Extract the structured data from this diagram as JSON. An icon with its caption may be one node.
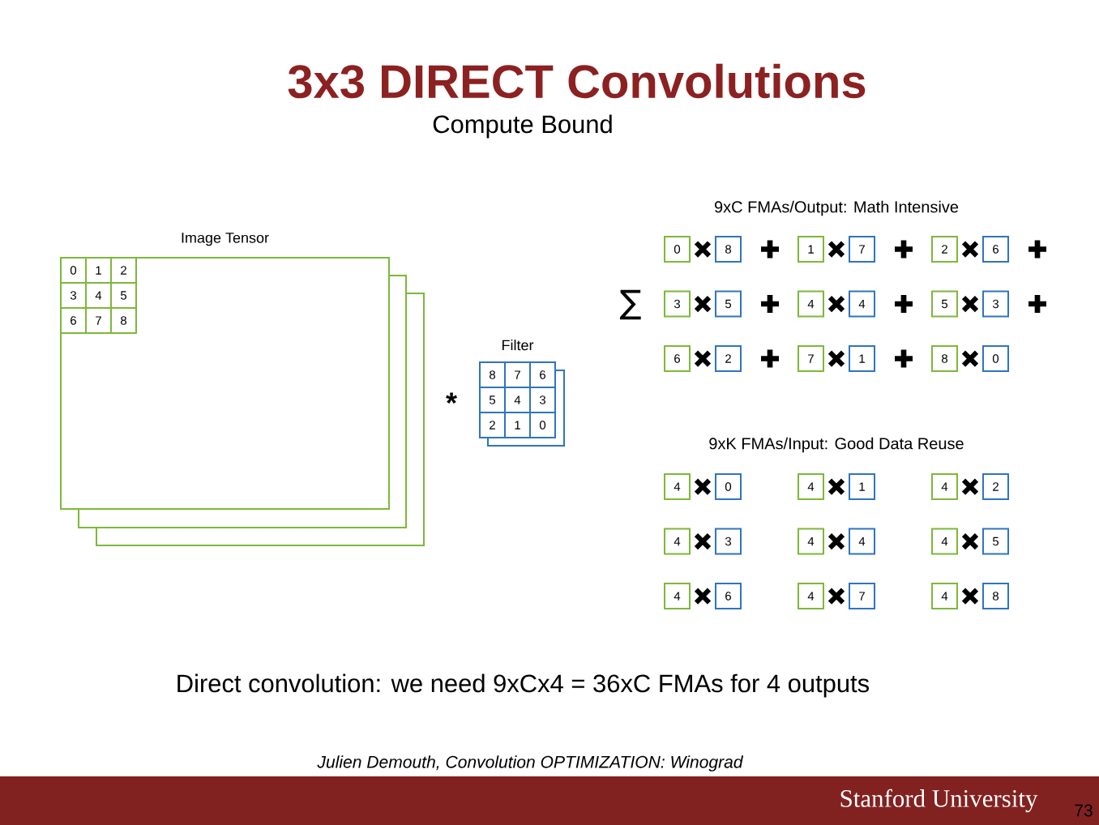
{
  "diagram": {
    "title": "3x3 DIRECT Convolutions",
    "nodes": [
      {
        "text": [
          "Image Tensor"
        ]
      },
      {
        "text": [
          "0"
        ],
        "in": 0
      },
      {
        "text": [
          "1"
        ],
        "in": 0
      },
      {
        "text": [
          "2"
        ],
        "in": 0
      },
      {
        "text": [
          "3"
        ],
        "in": 0
      },
      {
        "text": [
          "4"
        ],
        "in": 0
      },
      {
        "text": [
          "5"
        ],
        "in": 0
      },
      {
        "text": [
          "6"
        ],
        "in": 0
      },
      {
        "text": [
          "7"
        ],
        "in": 0
      },
      {
        "text": [
          "8"
        ],
        "in": 0
      },
      {
        "text": [
          "Filter"
        ]
      },
      {
        "text": [
          "8"
        ],
        "in": 10
      },
      {
        "text": [
          "7"
        ],
        "in": 10
      },
      {
        "text": [
          "6"
        ],
        "in": 10
      },
      {
        "text": [
          "5"
        ],
        "in": 10
      },
      {
        "text": [
          "4"
        ],
        "in": 10
      },
      {
        "text": [
          "3"
        ],
        "in": 10
      },
      {
        "text": [
          "2"
        ],
        "in": 10
      },
      {
        "text": [
          "1"
        ],
        "in": 10
      },
      {
        "text": [
          "0"
        ],
        "in": 10
      },
      {
        "text": [
          "0"
        ]
      },
      {
        "text": [
          "8"
        ]
      },
      {
        "text": [
          "1"
        ]
      },
      {
        "text": [
          "7"
        ]
      },
      {
        "text": [
          "2"
        ]
      },
      {
        "text": [
          "6"
        ]
      },
      {
        "text": [
          "3"
        ]
      },
      {
        "text": [
          "5"
        ]
      },
      {
        "text": [
          "4"
        ]
      },
      {
        "text": [
          "4"
        ]
      },
      {
        "text": [
          "5"
        ]
      },
      {
        "text": [
          "3"
        ]
      },
      {
        "text": [
          "6"
        ]
      },
      {
        "text": [
          "2"
        ]
      },
      {
        "text": [
          "7"
        ]
      },
      {
        "text": [
          "1"
        ]
      },
      {
        "text": [
          "8"
        ]
      },
      {
        "text": [
          "0"
        ]
      },
      {
        "text": [
          "4"
        ]
      },
      {
        "text": [
          "0"
        ]
      },
      {
        "text": [
          "4"
        ]
      },
      {
        "text": [
          "1"
        ]
      },
      {
        "text": [
          "4"
        ]
      },
      {
        "text": [
          "2"
        ]
      },
      {
        "text": [
          "4"
        ]
      },
      {
        "text": [
          "3"
        ]
      },
      {
        "text": [
          "4"
        ]
      },
      {
        "text": [
          "4"
        ]
      },
      {
        "text": [
          "4"
        ]
      },
      {
        "text": [
          "5"
        ]
      },
      {
        "text": [
          "4"
        ]
      },
      {
        "text": [
          "6"
        ]
      },
      {
        "text": [
          "4"
        ]
      },
      {
        "text": [
          "7"
        ]
      },
      {
        "text": [
          "4"
        ]
      },
      {
        "text": [
          "8"
        ]
      }
    ],
    "labels": [
      "Compute Bound",
      "9xC FMAs/Output: Math Intensive",
      "∑",
      "*",
      "9xK FMAs/Input: Good Data Reuse",
      "Direct convolution: we need 9xCx4 = 36xC FMAs for 4 outputs",
      "Julien Demouth, Convolution OPTIMIZATION: Winograd",
      "Stanford University",
      "73"
    ]
  }
}
